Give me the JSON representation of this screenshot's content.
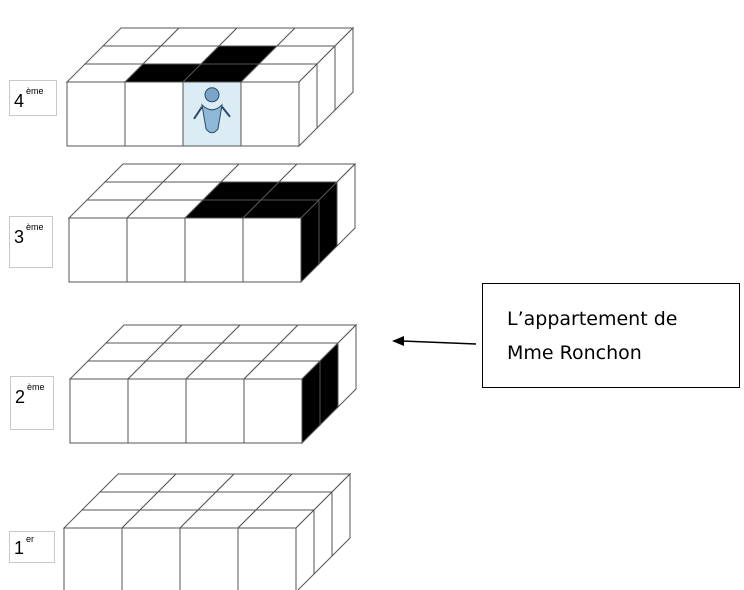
{
  "floors": [
    {
      "number": "4",
      "suffix": "ème",
      "dark_top_cells": [
        [
          1,
          0
        ],
        [
          2,
          0
        ],
        [
          2,
          1
        ]
      ],
      "dark_right_face_cells": [],
      "shows_character": true
    },
    {
      "number": "3",
      "suffix": "ème",
      "dark_top_cells": [
        [
          2,
          0
        ],
        [
          3,
          0
        ],
        [
          2,
          1
        ],
        [
          3,
          1
        ],
        [
          4,
          0
        ],
        [
          4,
          1
        ]
      ],
      "dark_right_face_cells": [
        0,
        1
      ],
      "shows_character": false
    },
    {
      "number": "2",
      "suffix": "ème",
      "dark_top_cells": [
        [
          4,
          0
        ],
        [
          4,
          1
        ]
      ],
      "dark_right_face_cells": [
        0,
        1
      ],
      "shows_character": false
    },
    {
      "number": "1",
      "suffix": "er",
      "dark_top_cells": [],
      "dark_right_face_cells": [],
      "shows_character": false
    }
  ],
  "callout": {
    "line1": "L’appartement de",
    "line2": "Mme Ronchon"
  },
  "colors": {
    "grid_line": "#555555",
    "dark_cell": "#000000",
    "highlight_cell": "#dcecf5"
  }
}
